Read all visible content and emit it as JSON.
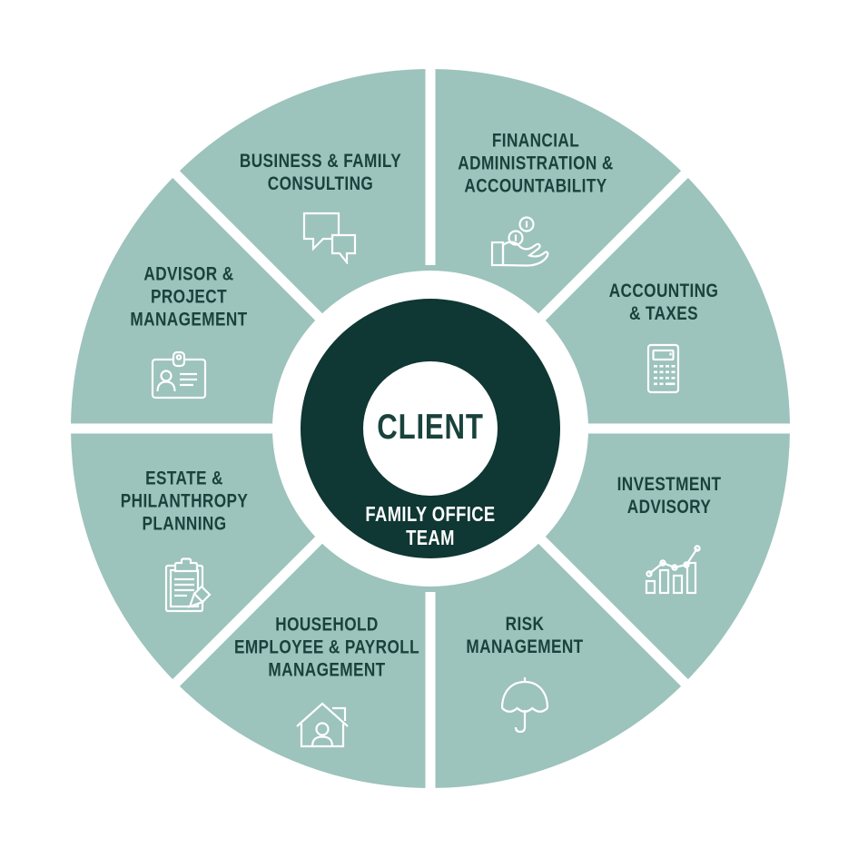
{
  "diagram": {
    "center": {
      "label": "CLIENT",
      "ring_label": "FAMILY OFFICE\nTEAM"
    },
    "segments": [
      {
        "label": "FINANCIAL\nADMINISTRATION &\nACCOUNTABILITY",
        "icon": "coins-in-hand-icon"
      },
      {
        "label": "ACCOUNTING\n& TAXES",
        "icon": "calculator-icon"
      },
      {
        "label": "INVESTMENT\nADVISORY",
        "icon": "growth-chart-icon"
      },
      {
        "label": "RISK\nMANAGEMENT",
        "icon": "umbrella-icon"
      },
      {
        "label": "HOUSEHOLD\nEMPLOYEE & PAYROLL\nMANAGEMENT",
        "icon": "house-person-icon"
      },
      {
        "label": "ESTATE &\nPHILANTHROPY\nPLANNING",
        "icon": "clipboard-pencil-icon"
      },
      {
        "label": "ADVISOR &\nPROJECT\nMANAGEMENT",
        "icon": "id-badge-icon"
      },
      {
        "label": "BUSINESS & FAMILY\nCONSULTING",
        "icon": "speech-bubbles-icon"
      }
    ],
    "colors": {
      "segment_fill": "#9CC3BC",
      "center_ring": "#0F3733",
      "label_text": "#1A423D",
      "icon_stroke": "#FFFFFF",
      "background": "#FFFFFF"
    }
  }
}
